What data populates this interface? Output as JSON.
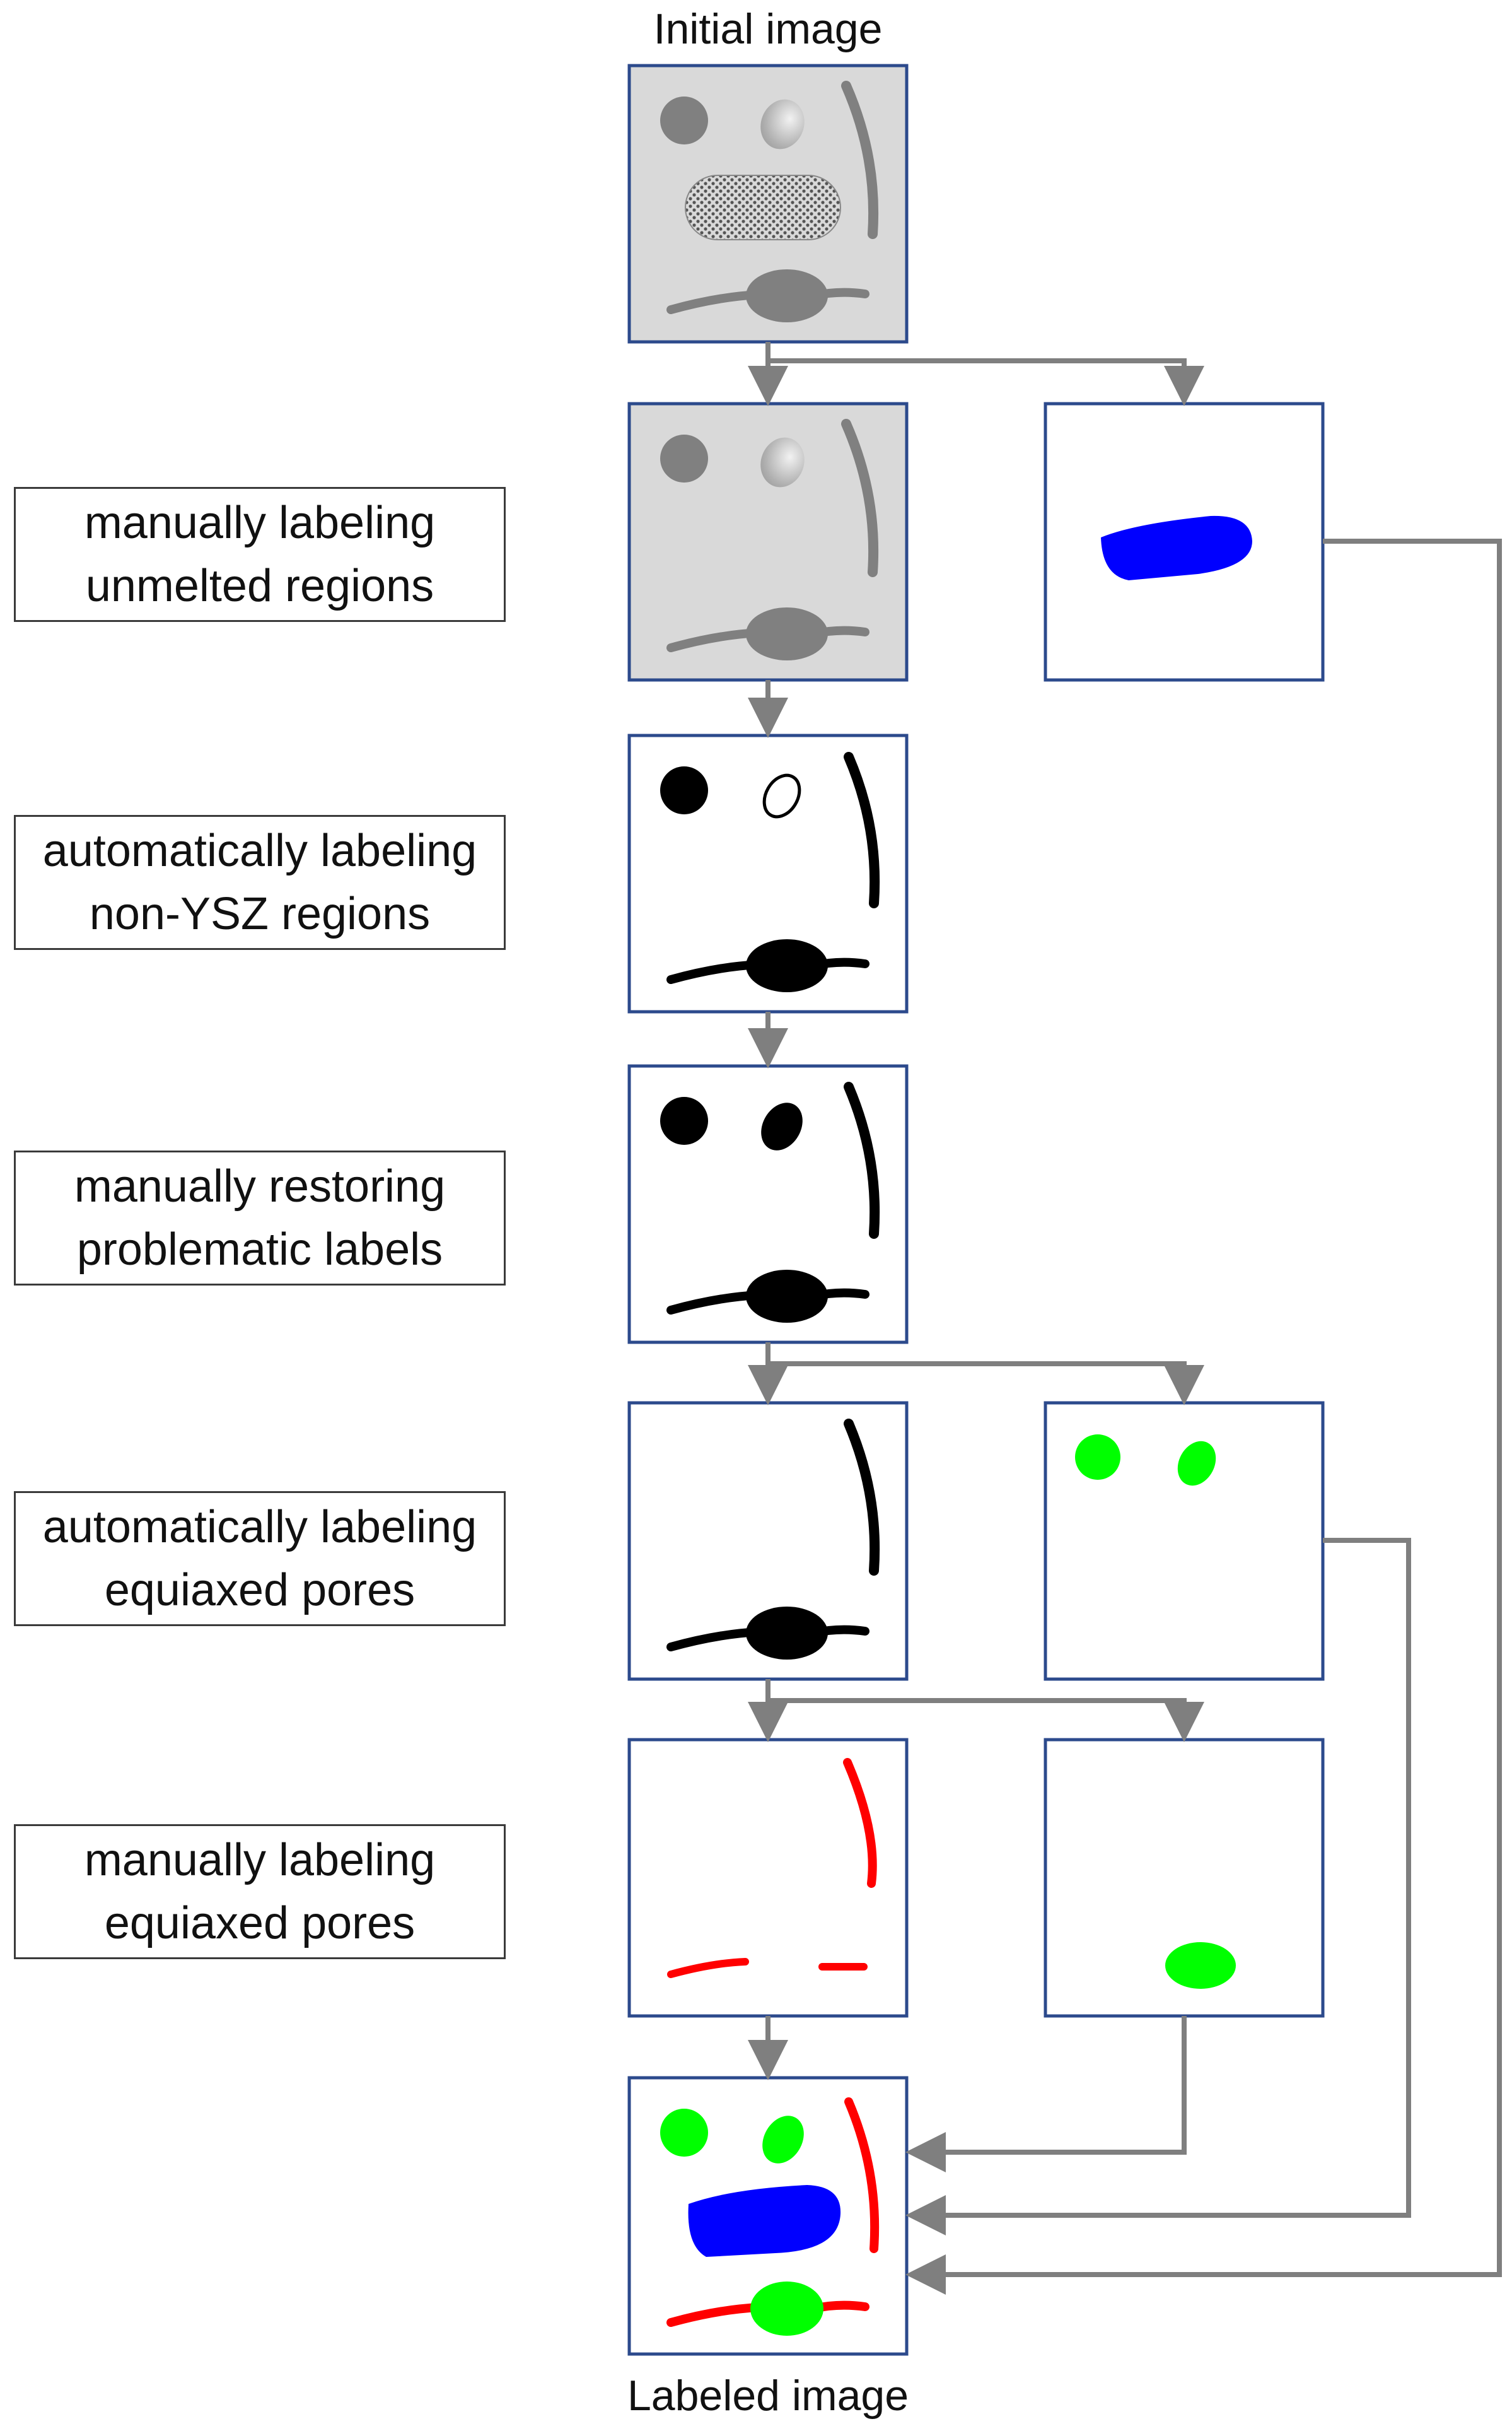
{
  "title_top": "Initial image",
  "title_bottom": "Labeled image",
  "steps": [
    {
      "line1": "manually labeling",
      "line2": "unmelted regions"
    },
    {
      "line1": "automatically labeling",
      "line2": "non-YSZ regions"
    },
    {
      "line1": "manually restoring",
      "line2": "problematic labels"
    },
    {
      "line1": "automatically labeling",
      "line2": "equiaxed pores"
    },
    {
      "line1": "manually labeling",
      "line2": "equiaxed pores"
    }
  ],
  "colors": {
    "panel_border": "#2c4a8c",
    "panel_gray": "#d9d9d9",
    "arrow": "#7f7f7f",
    "unmelted": "#0000ff",
    "equiaxed": "#00ff00",
    "lamellar": "#ff0000",
    "non_ysz": "#000000"
  }
}
